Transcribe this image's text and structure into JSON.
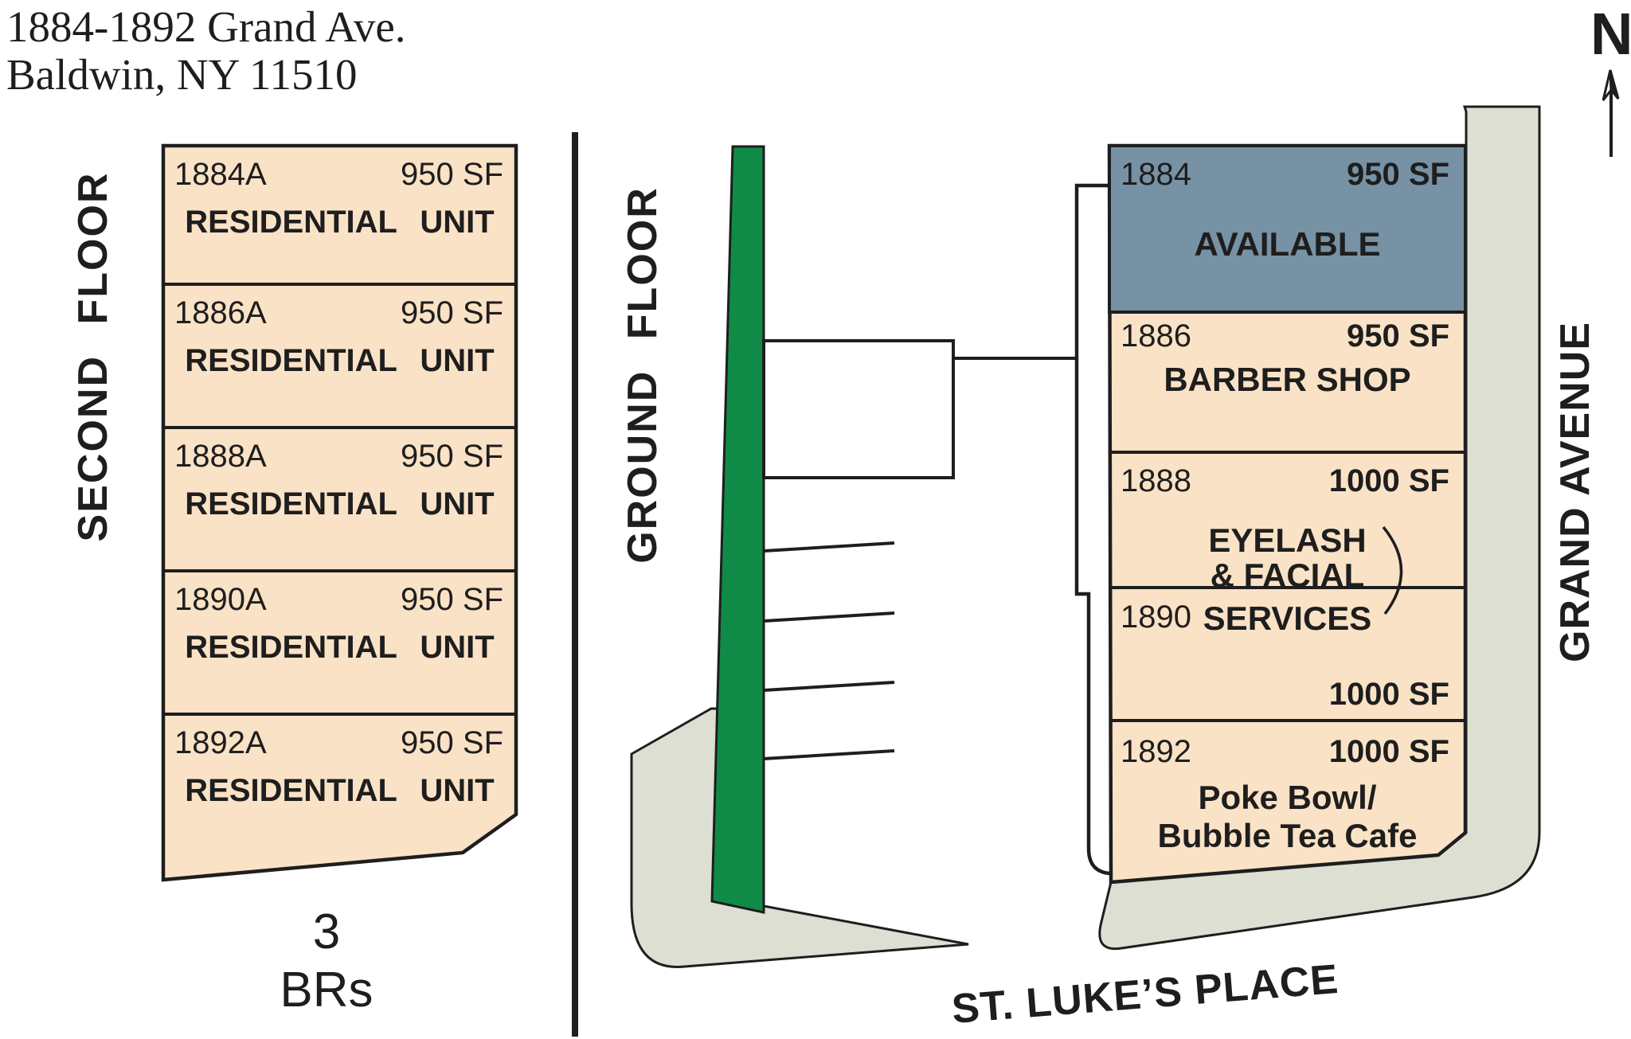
{
  "title": {
    "line1": "1884-1892 Grand Ave.",
    "line2": "Baldwin, NY 11510"
  },
  "compass": {
    "label": "N"
  },
  "second_floor": {
    "label": "SECOND FLOOR",
    "units": [
      {
        "number": "1884A",
        "size": "950 SF",
        "name": "RESIDENTIAL UNIT"
      },
      {
        "number": "1886A",
        "size": "950 SF",
        "name": "RESIDENTIAL UNIT"
      },
      {
        "number": "1888A",
        "size": "950 SF",
        "name": "RESIDENTIAL UNIT"
      },
      {
        "number": "1890A",
        "size": "950 SF",
        "name": "RESIDENTIAL UNIT"
      },
      {
        "number": "1892A",
        "size": "950 SF",
        "name": "RESIDENTIAL UNIT"
      }
    ],
    "note_value": "3",
    "note_label": "BRs"
  },
  "ground_floor": {
    "label": "GROUND FLOOR",
    "units": [
      {
        "number": "1884",
        "size": "950 SF",
        "name": "AVAILABLE",
        "status": "available"
      },
      {
        "number": "1886",
        "size": "950 SF",
        "name": "BARBER SHOP"
      },
      {
        "number": "1888",
        "size": "1000 SF",
        "name_line1": "EYELASH",
        "name_line2": "& FACIAL",
        "name_line3": "SERVICES"
      },
      {
        "number": "1890",
        "size": "1000 SF"
      },
      {
        "number": "1892",
        "size": "1000 SF",
        "name_line1": "Poke Bowl/",
        "name_line2": "Bubble Tea Cafe"
      }
    ]
  },
  "streets": {
    "east": "GRAND AVENUE",
    "south": "ST. LUKE’S PLACE"
  },
  "colors": {
    "unit_fill": "#FAE2C6",
    "available_fill": "#7792A5",
    "landscaping": "#0F8B47",
    "sidewalk": "#DCDFD2",
    "line": "#1E1E1E"
  }
}
